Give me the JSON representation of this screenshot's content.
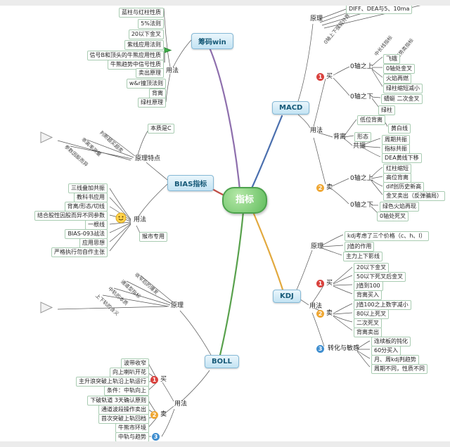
{
  "colors": {
    "branch_chouma": "#8e6fad",
    "branch_macd": "#4a6fae",
    "branch_kdj": "#e2a93e",
    "branch_boll": "#58a14c",
    "branch_bias": "#c05048",
    "num1": "#d9413d",
    "num2": "#efa733",
    "num3": "#3f8ecf",
    "node_fill": "#c3e3f3",
    "center_fill": "#62bd5e"
  },
  "center": {
    "label": "指标"
  },
  "chouma": {
    "node": "筹码win",
    "usage_label": "用法",
    "top_items": [
      "蓝柱与红柱性质",
      "5%法则",
      "20以下金叉",
      "紫线应用法则",
      "信号B和顶头的牛熊应用性质",
      "牛熊趋势中信号性质",
      "卖出原理"
    ],
    "bottom_items": [
      "w&r撞顶法则",
      "背离",
      "绿柱原理"
    ]
  },
  "macd": {
    "node": "MACD",
    "principle_label": "原理",
    "principle_box": "DIFF、DEA与5、10ma",
    "principle_rotated": [
      "0轴上下强弱分界",
      "中长线指标",
      "趋势类指标"
    ],
    "usage_label": "用法",
    "buy": {
      "label": "买",
      "num": "1",
      "above_label": "0轴之上",
      "above_items": [
        "飞蛾",
        "0轴处金叉",
        "火焰再燃",
        "绿柱缩短减小"
      ],
      "below_label": "0轴之下",
      "below_items": [
        "蜻蜓 二次金叉",
        "绿柱"
      ]
    },
    "divergence": {
      "label": "背离",
      "items": [
        "低位背离",
        "黄白线",
        "形态"
      ],
      "resonance_label": "共振",
      "resonance_items": [
        "周期共振",
        "指标共振",
        "DEA黄线下移"
      ]
    },
    "sell": {
      "label": "卖",
      "num": "2",
      "above_label": "0轴之上",
      "above_items": [
        "红柱缩短",
        "高位背离",
        "dif创历史新高",
        "金叉卖出（反弹骗局）"
      ],
      "below_label": "0轴之下",
      "below_items": [
        "绿色火焰再现",
        "0轴处死叉"
      ]
    }
  },
  "kdj": {
    "node": "KDJ",
    "principle_label": "原理",
    "principle_items": [
      "kdj考虑了三个价格（c、h、l）",
      "J值的作用",
      "主力上下影线"
    ],
    "usage_label": "用法",
    "buy": {
      "label": "买",
      "num": "1",
      "items": [
        "20以下金叉",
        "50以下死叉后金叉",
        "J值到100",
        "背离买入"
      ]
    },
    "sell": {
      "label": "卖",
      "num": "2",
      "items": [
        "J值100之上数字减小",
        "80以上死叉",
        "二次死叉",
        "背离卖出"
      ]
    },
    "third": {
      "label": "转化与敏感",
      "num": "3",
      "items": [
        "连续板的钝化",
        "60分买入",
        "月、周kdj判趋势",
        "周期不同，性质不同"
      ]
    }
  },
  "boll": {
    "node": "BOLL",
    "principle_label": "原理",
    "principle_rotated": [
      "收窄后的爆发",
      "通道型指标",
      "中轨的本质",
      "上下轨的含义"
    ],
    "usage_label": "用法",
    "buy": {
      "label": "买",
      "num": "1",
      "items": [
        "波带收窄",
        "向上喇叭开花",
        "主升浪突破上轨沿上轨运行",
        "条件：中轨向上"
      ]
    },
    "sell": {
      "label": "卖",
      "num": "2",
      "items": [
        "下破轨道 3天确认原则",
        "通道波段操作卖出",
        "首次突破上轨回档",
        "牛熊市环境"
      ]
    },
    "third": {
      "num": "3",
      "items": [
        "中轨与趋势"
      ]
    }
  },
  "bias": {
    "node": "BIAS指标",
    "principle_label": "原理特点",
    "principle_box": "本质是C",
    "principle_rotated": [
      "判断超买超卖",
      "乖离率测量",
      "参数因股而异"
    ],
    "usage_label": "用法",
    "items": [
      "三线叠加共振",
      "教科书应用",
      "背离/形态/切线",
      "结合股性因股而异不同参数",
      "一根线",
      "BIAS-093战法",
      "应用思想",
      "严格执行勿自作主张"
    ],
    "side_item": "猴市专用"
  }
}
